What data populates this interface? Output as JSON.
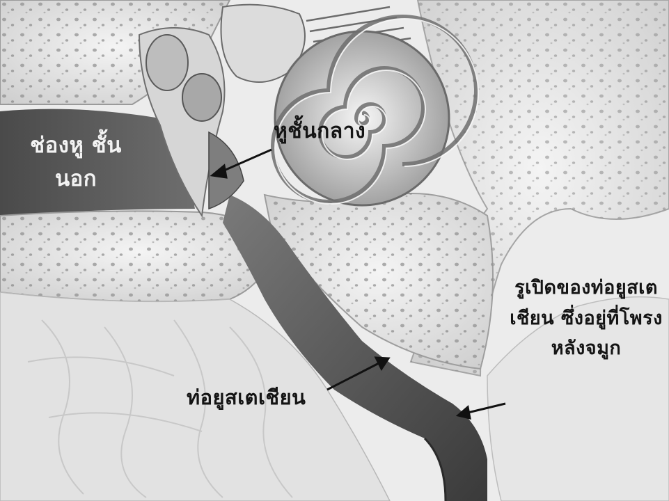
{
  "labels": [
    "ช่องหู ชั้นนอก",
    "หูชั้นกลาง",
    "ท่อยูสเตเชียน",
    "รูเปิดของท่อยูสเตเชียน ซึ่งอยู่ที่โพรงหลังจมูก"
  ]
}
